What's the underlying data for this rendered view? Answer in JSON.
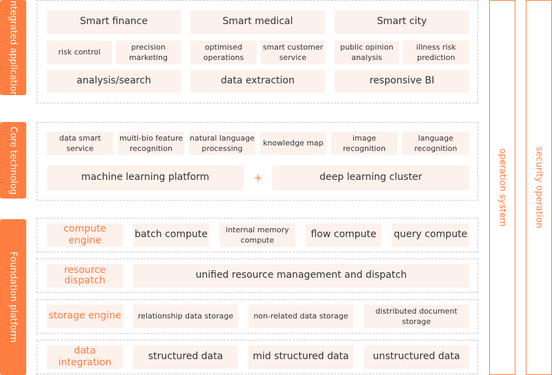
{
  "sections": {
    "integrated": "Integrated application",
    "core": "Core technolog",
    "foundation": "Foundation platform"
  },
  "app": {
    "domains": [
      "Smart finance",
      "Smart medical",
      "Smart city"
    ],
    "sub": [
      "risk control",
      "precision\nmarketing",
      "optimised\noperations",
      "smart customer\nservice",
      "public opinion\nanalysis",
      "illness risk\nprediction"
    ],
    "functions": [
      "analysis/search",
      "data extraction",
      "responsive BI"
    ]
  },
  "core": {
    "tech": [
      "data smart\nservice",
      "multi-bio feature\nrecognition",
      "natural language\nprocessing",
      "knowledge map",
      "image\nrecognition",
      "language\nrecognition"
    ],
    "platform": "machine learning platform",
    "plus": "+",
    "cluster": "deep learning cluster"
  },
  "foundation": {
    "compute": {
      "label": "compute engine",
      "items": [
        "batch compute",
        "internal memory\ncompute",
        "flow compute",
        "query compute"
      ]
    },
    "resource": {
      "label": "resource\ndispatch",
      "item": "unified resource management and dispatch"
    },
    "storage": {
      "label": "storage engine",
      "items": [
        "relationship data storage",
        "non-related data storage",
        "distributed document\nstorage"
      ]
    },
    "integration": {
      "label": "data integration",
      "items": [
        "structured data",
        "mid structured data",
        "unstructured data"
      ]
    }
  },
  "bars": {
    "operation": "operation system",
    "security": "security operation"
  },
  "colors": {
    "accent": "#ff7e42",
    "box_fill": "#fdf1ec",
    "dash": "#c8c8c8"
  }
}
